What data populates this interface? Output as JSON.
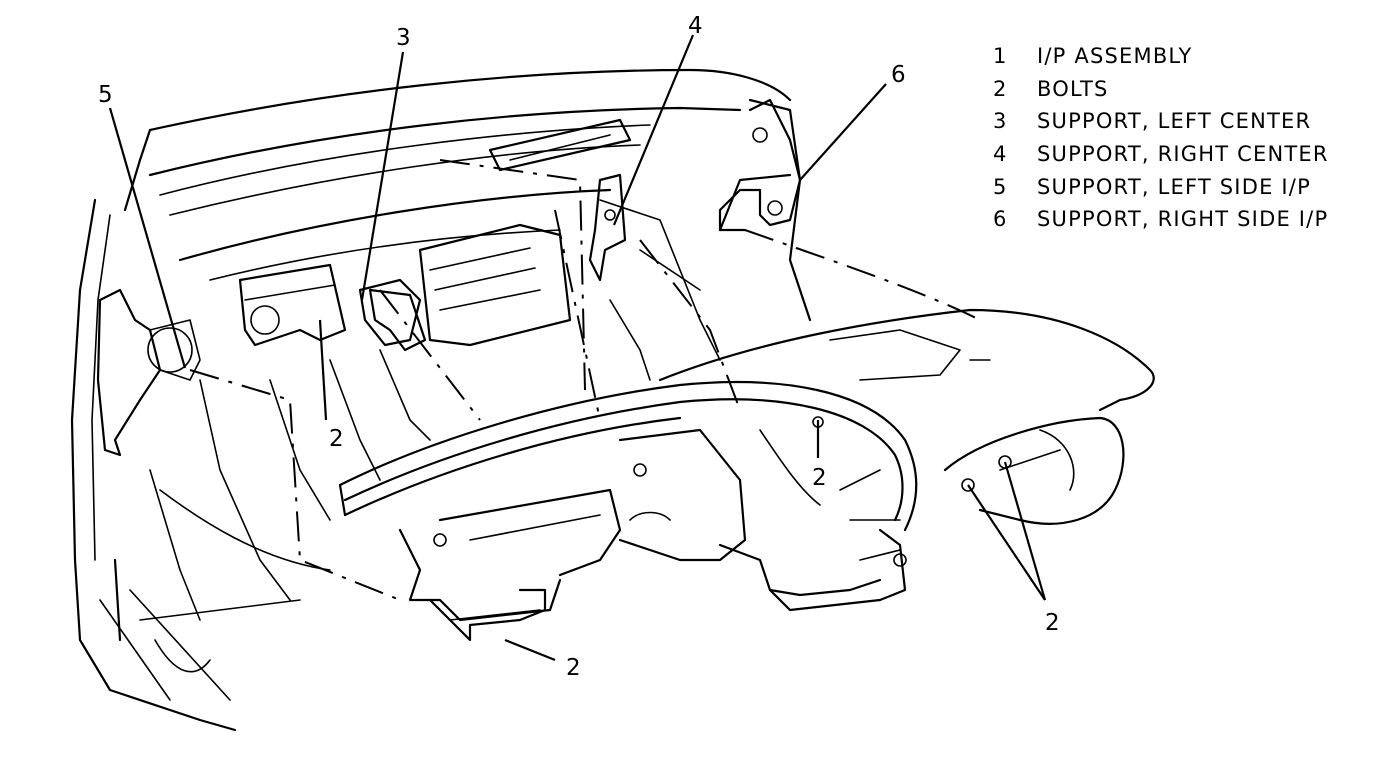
{
  "callouts": {
    "c1": "5",
    "c2": "3",
    "c3": "4",
    "c4": "6",
    "c5": "2",
    "c6": "2",
    "c7": "2",
    "c8": "2"
  },
  "legend": [
    {
      "num": "1",
      "label": "I/P ASSEMBLY"
    },
    {
      "num": "2",
      "label": "BOLTS"
    },
    {
      "num": "3",
      "label": "SUPPORT, LEFT CENTER"
    },
    {
      "num": "4",
      "label": "SUPPORT, RIGHT CENTER"
    },
    {
      "num": "5",
      "label": "SUPPORT, LEFT SIDE I/P"
    },
    {
      "num": "6",
      "label": "SUPPORT, RIGHT SIDE I/P"
    }
  ]
}
